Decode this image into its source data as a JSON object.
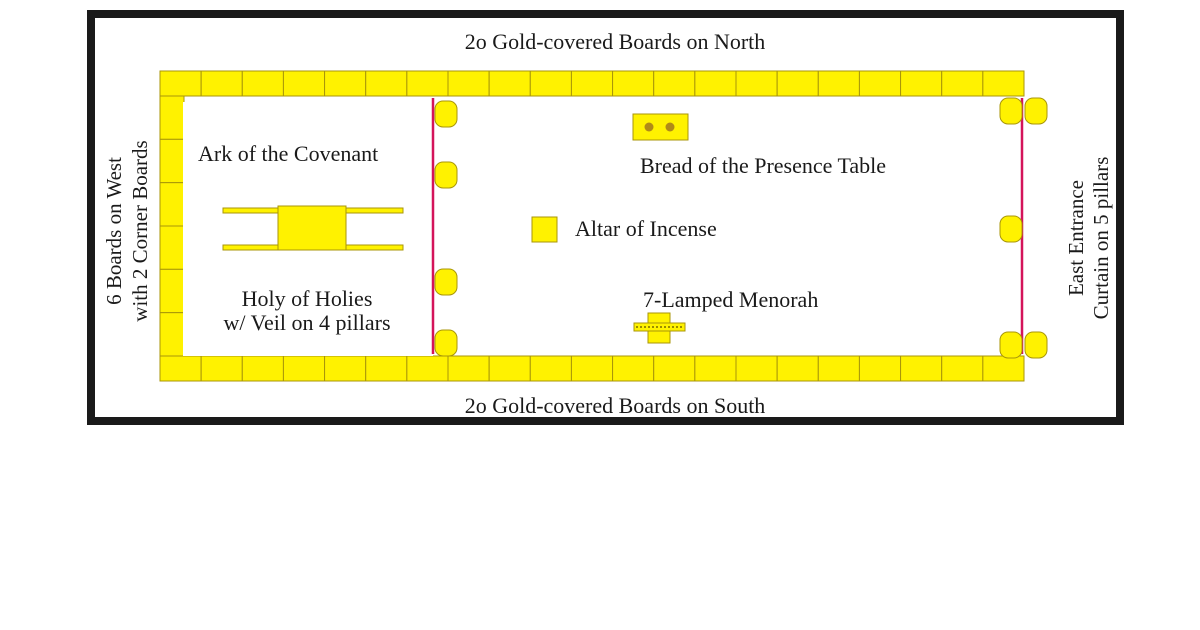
{
  "diagram": {
    "north_label": "2o Gold-covered Boards on North",
    "south_label": "2o Gold-covered Boards on South",
    "west_label_line1": "6 Boards on West",
    "west_label_line2": "with 2 Corner Boards",
    "east_label_line1": "East Entrance",
    "east_label_line2": "Curtain on 5 pillars",
    "ark_label": "Ark of the Covenant",
    "holy_label_line1": "Holy of Holies",
    "holy_label_line2": "w/ Veil on 4 pillars",
    "bread_label": "Bread of the Presence Table",
    "altar_label": "Altar of Incense",
    "menorah_label": "7-Lamped Menorah",
    "board_count_north": 20,
    "board_count_south": 20,
    "board_count_west": 6,
    "veil_pillar_count": 4,
    "entrance_pillar_count": 5
  },
  "colors": {
    "gold": "#fff200",
    "gold_stroke": "#a8960a",
    "veil": "#d4145a",
    "frame": "#1a1a1a",
    "text": "#1a1a1a"
  }
}
